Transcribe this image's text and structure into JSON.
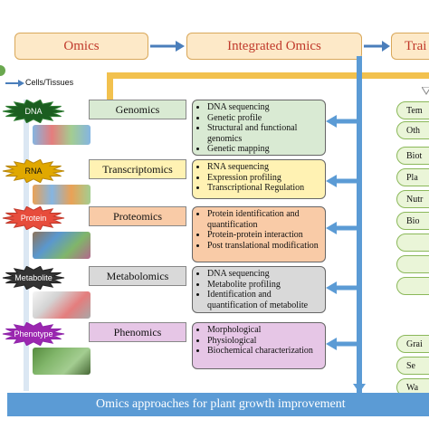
{
  "header": {
    "omics": "Omics",
    "integrated": "Integrated Omics",
    "traits": "Trai"
  },
  "cells_label": "Cells/Tissues",
  "levels": [
    {
      "badge": "DNA",
      "name": "Genomics",
      "color": "#d9ead3",
      "items": [
        "DNA sequencing",
        "Genetic profile",
        "Structural and functional genomics",
        "Genetic mapping"
      ]
    },
    {
      "badge": "RNA",
      "name": "Transcriptomics",
      "color": "#fff2b3",
      "items": [
        "RNA sequencing",
        "Expression profiling",
        "Transcriptional Regulation"
      ]
    },
    {
      "badge": "Protein",
      "name": "Proteomics",
      "color": "#f9cba7",
      "items": [
        "Protein identification and quantification",
        "Protein-protein interaction",
        "Post translational modification"
      ]
    },
    {
      "badge": "Metabolite",
      "name": "Metabolomics",
      "color": "#d9d9d9",
      "items": [
        "DNA sequencing",
        "Metabolite profiling",
        "Identification and quantification of metabolite"
      ]
    },
    {
      "badge": "Phenotype",
      "name": "Phenomics",
      "color": "#e6c6e6",
      "items": [
        "Morphological",
        "Physiological",
        "Biochemical characterization"
      ]
    }
  ],
  "traits": [
    "Tem",
    "Oth",
    "Biot",
    "Pla",
    "Nutr",
    "Bio",
    "",
    "",
    "",
    "Grai",
    "Se",
    "Wa"
  ],
  "footer": "Omics approaches for plant growth improvement",
  "colors": {
    "arrow_blue": "#4a7ebb",
    "gold": "#f2c14e",
    "footer": "#5b9bd5"
  }
}
